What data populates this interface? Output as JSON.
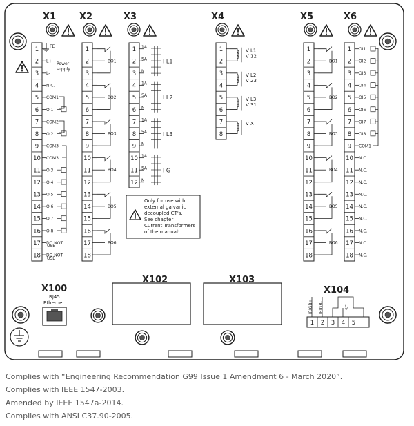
{
  "x1": {
    "title": "X1",
    "rows": [
      {
        "num": "1",
        "label": "FE"
      },
      {
        "num": "2",
        "label": "L+"
      },
      {
        "num": "3",
        "label": "L-"
      },
      {
        "num": "4",
        "label": "N.C."
      },
      {
        "num": "5",
        "label": "COM1"
      },
      {
        "num": "6",
        "label": "OI1"
      },
      {
        "num": "7",
        "label": "COM2"
      },
      {
        "num": "8",
        "label": "OI2"
      },
      {
        "num": "9",
        "label": "COM3"
      },
      {
        "num": "10",
        "label": "COM3"
      },
      {
        "num": "11",
        "label": "OI3"
      },
      {
        "num": "12",
        "label": "OI4"
      },
      {
        "num": "13",
        "label": "OI5"
      },
      {
        "num": "14",
        "label": "OI6"
      },
      {
        "num": "15",
        "label": "OI7"
      },
      {
        "num": "16",
        "label": "OI8"
      },
      {
        "num": "17",
        "label": "DO NOT"
      },
      {
        "num": "18",
        "label": "DO NOT"
      }
    ],
    "power_label_1": "Power",
    "power_label_2": "supply",
    "use_label": "USE"
  },
  "x2": {
    "title": "X2",
    "rows": [
      "1",
      "2",
      "3",
      "4",
      "5",
      "6",
      "7",
      "8",
      "9",
      "10",
      "11",
      "12",
      "13",
      "14",
      "15",
      "16",
      "17",
      "18"
    ],
    "relays": [
      {
        "name": "BO1"
      },
      {
        "name": "BO2"
      },
      {
        "name": "BO3"
      },
      {
        "name": "BO4"
      },
      {
        "name": "BO5"
      },
      {
        "name": "BO6"
      }
    ]
  },
  "x3": {
    "title": "X3",
    "rows": [
      {
        "num": "1",
        "label": "1A"
      },
      {
        "num": "2",
        "label": "5A"
      },
      {
        "num": "3",
        "label": "N"
      },
      {
        "num": "4",
        "label": "1A"
      },
      {
        "num": "5",
        "label": "5A"
      },
      {
        "num": "6",
        "label": "N"
      },
      {
        "num": "7",
        "label": "1A"
      },
      {
        "num": "8",
        "label": "5A"
      },
      {
        "num": "9",
        "label": "N"
      },
      {
        "num": "10",
        "label": "1A"
      },
      {
        "num": "11",
        "label": "5A"
      },
      {
        "num": "12",
        "label": "N"
      }
    ],
    "ct_labels": [
      "I L1",
      "I L2",
      "I L3",
      "I G"
    ]
  },
  "x4": {
    "title": "X4",
    "rows": [
      "1",
      "2",
      "3",
      "4",
      "5",
      "6",
      "7",
      "8"
    ],
    "vt_labels": [
      [
        "V L1",
        "V 12"
      ],
      [
        "V L2",
        "V 23"
      ],
      [
        "V L3",
        "V 31"
      ],
      [
        "V X",
        ""
      ]
    ]
  },
  "x5": {
    "title": "X5",
    "rows": [
      "1",
      "2",
      "3",
      "4",
      "5",
      "6",
      "7",
      "8",
      "9",
      "10",
      "11",
      "12",
      "13",
      "14",
      "15",
      "16",
      "17",
      "18"
    ],
    "relays": [
      {
        "name": "BO1"
      },
      {
        "name": "BO2"
      },
      {
        "name": "BO3"
      },
      {
        "name": "BO4"
      },
      {
        "name": "BO5"
      },
      {
        "name": "BO6"
      }
    ]
  },
  "x6": {
    "title": "X6",
    "rows": [
      {
        "num": "1",
        "label": "OI1"
      },
      {
        "num": "2",
        "label": "OI2"
      },
      {
        "num": "3",
        "label": "OI3"
      },
      {
        "num": "4",
        "label": "OI4"
      },
      {
        "num": "5",
        "label": "OI5"
      },
      {
        "num": "6",
        "label": "OI6"
      },
      {
        "num": "7",
        "label": "OI7"
      },
      {
        "num": "8",
        "label": "OI8"
      },
      {
        "num": "9",
        "label": "COM1"
      },
      {
        "num": "10",
        "label": "N.C."
      },
      {
        "num": "11",
        "label": "N.C."
      },
      {
        "num": "12",
        "label": "N.C."
      },
      {
        "num": "13",
        "label": "N.C."
      },
      {
        "num": "14",
        "label": "N.C."
      },
      {
        "num": "15",
        "label": "N.C."
      },
      {
        "num": "16",
        "label": "N.C."
      },
      {
        "num": "17",
        "label": "N.C."
      },
      {
        "num": "18",
        "label": "N.C."
      }
    ]
  },
  "x100": {
    "title": "X100",
    "sub1": "RJ45",
    "sub2": "Ethernet"
  },
  "x102": {
    "title": "X102"
  },
  "x103": {
    "title": "X103"
  },
  "x104": {
    "title": "X104",
    "rows": [
      "1",
      "2",
      "3",
      "4",
      "5"
    ],
    "irig_plus": "IRIGB+",
    "irig_minus": "IRIGB-",
    "sc": "SC"
  },
  "note": {
    "lines": [
      "Only for use with",
      "external galvanic",
      "decoupled CT's.",
      "See chapter",
      "Current Transformers",
      "of the manual!"
    ]
  },
  "footer": {
    "lines": [
      "Complies with “Engineering Recommendation G99 Issue 1 Amendment 6 - March 2020”.",
      "Complies with IEEE 1547-2003.",
      "Amended by IEEE 1547a-2014.",
      "Complies with ANSI C37.90-2005."
    ]
  }
}
